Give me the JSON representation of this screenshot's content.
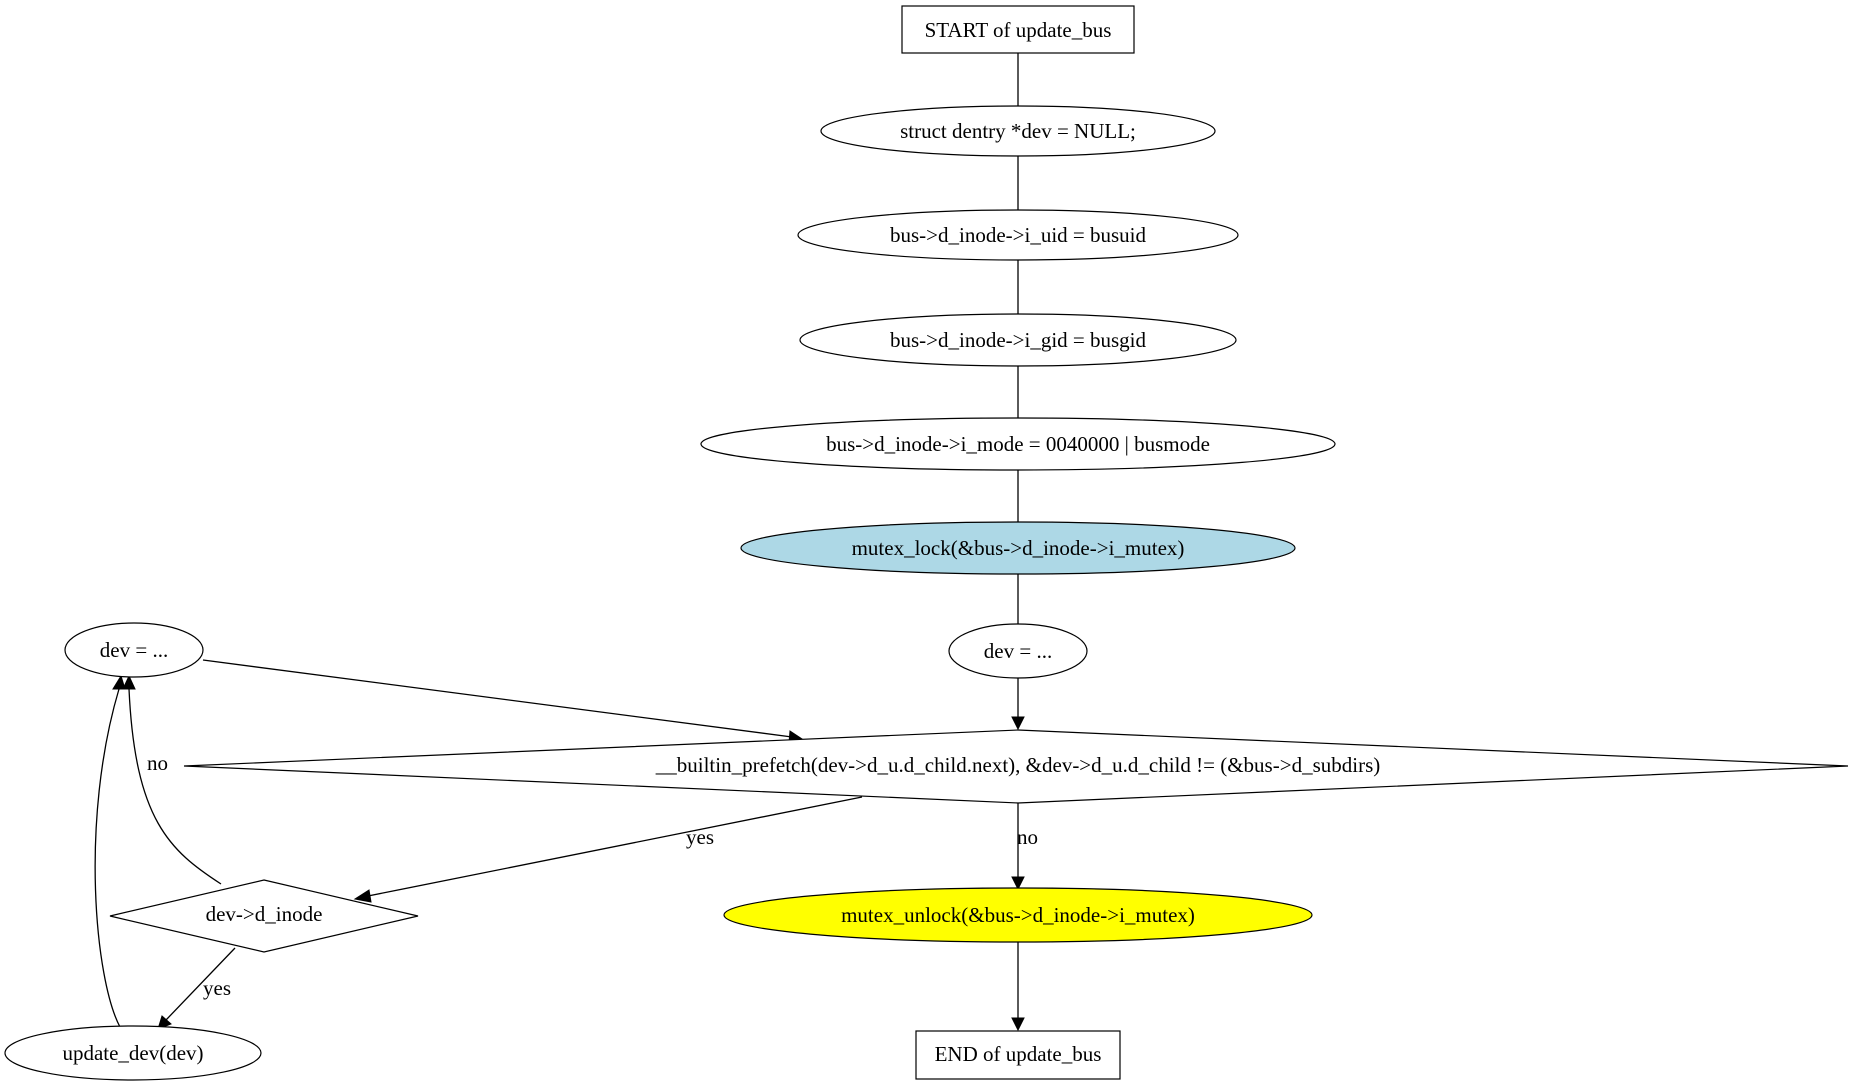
{
  "diagram": {
    "nodes": {
      "start": {
        "label": "START of update_bus",
        "shape": "box",
        "fill": "#ffffff"
      },
      "decl_dev": {
        "label": "struct dentry *dev = NULL;",
        "shape": "ellipse",
        "fill": "#ffffff"
      },
      "set_uid": {
        "label": "bus->d_inode->i_uid = busuid",
        "shape": "ellipse",
        "fill": "#ffffff"
      },
      "set_gid": {
        "label": "bus->d_inode->i_gid = busgid",
        "shape": "ellipse",
        "fill": "#ffffff"
      },
      "set_mode": {
        "label": "bus->d_inode->i_mode = 0040000 | busmode",
        "shape": "ellipse",
        "fill": "#ffffff"
      },
      "mutex_lock": {
        "label": "mutex_lock(&bus->d_inode->i_mutex)",
        "shape": "ellipse",
        "fill": "#add8e6"
      },
      "dev_init": {
        "label": "dev = ...",
        "shape": "ellipse",
        "fill": "#ffffff"
      },
      "loop_cond": {
        "label": "__builtin_prefetch(dev->d_u.d_child.next), &dev->d_u.d_child != (&bus->d_subdirs)",
        "shape": "diamond",
        "fill": "#ffffff"
      },
      "dev_next": {
        "label": "dev = ...",
        "shape": "ellipse",
        "fill": "#ffffff"
      },
      "check_inode": {
        "label": "dev->d_inode",
        "shape": "diamond",
        "fill": "#ffffff"
      },
      "update_dev": {
        "label": "update_dev(dev)",
        "shape": "ellipse",
        "fill": "#ffffff"
      },
      "mutex_unlock": {
        "label": "mutex_unlock(&bus->d_inode->i_mutex)",
        "shape": "ellipse",
        "fill": "#ffff00"
      },
      "end": {
        "label": "END of update_bus",
        "shape": "box",
        "fill": "#ffffff"
      }
    },
    "edges": [
      {
        "from": "start",
        "to": "decl_dev",
        "label": ""
      },
      {
        "from": "decl_dev",
        "to": "set_uid",
        "label": ""
      },
      {
        "from": "set_uid",
        "to": "set_gid",
        "label": ""
      },
      {
        "from": "set_gid",
        "to": "set_mode",
        "label": ""
      },
      {
        "from": "set_mode",
        "to": "mutex_lock",
        "label": ""
      },
      {
        "from": "mutex_lock",
        "to": "dev_init",
        "label": ""
      },
      {
        "from": "dev_init",
        "to": "loop_cond",
        "label": ""
      },
      {
        "from": "dev_next",
        "to": "loop_cond",
        "label": ""
      },
      {
        "from": "loop_cond",
        "to": "check_inode",
        "label": "yes"
      },
      {
        "from": "loop_cond",
        "to": "mutex_unlock",
        "label": "no"
      },
      {
        "from": "check_inode",
        "to": "dev_next",
        "label": "no"
      },
      {
        "from": "check_inode",
        "to": "update_dev",
        "label": "yes"
      },
      {
        "from": "update_dev",
        "to": "dev_next",
        "label": ""
      },
      {
        "from": "mutex_unlock",
        "to": "end",
        "label": ""
      }
    ]
  }
}
